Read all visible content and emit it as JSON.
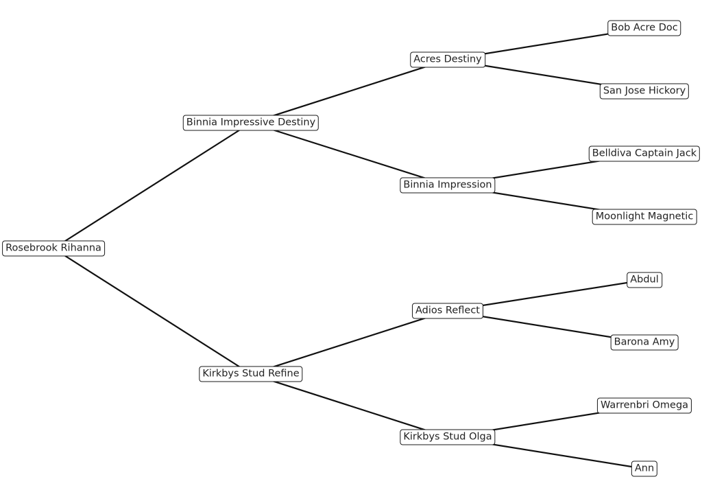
{
  "tree": {
    "root": "n0",
    "nodes": {
      "n0": {
        "label": "Rosebrook Rihanna"
      },
      "n1": {
        "label": "Binnia Impressive Destiny"
      },
      "n2": {
        "label": "Kirkbys Stud Refine"
      },
      "n3": {
        "label": "Acres Destiny"
      },
      "n4": {
        "label": "Binnia Impression"
      },
      "n5": {
        "label": "Adios Reflect"
      },
      "n6": {
        "label": "Kirkbys Stud Olga"
      },
      "n7": {
        "label": "Bob Acre Doc"
      },
      "n8": {
        "label": "San Jose Hickory"
      },
      "n9": {
        "label": "Belldiva Captain Jack"
      },
      "n10": {
        "label": "Moonlight Magnetic"
      },
      "n11": {
        "label": "Abdul"
      },
      "n12": {
        "label": "Barona Amy"
      },
      "n13": {
        "label": "Warrenbri Omega"
      },
      "n14": {
        "label": "Ann"
      }
    },
    "edges": [
      [
        "n0",
        "n1"
      ],
      [
        "n0",
        "n2"
      ],
      [
        "n1",
        "n3"
      ],
      [
        "n1",
        "n4"
      ],
      [
        "n2",
        "n5"
      ],
      [
        "n2",
        "n6"
      ],
      [
        "n3",
        "n7"
      ],
      [
        "n3",
        "n8"
      ],
      [
        "n4",
        "n9"
      ],
      [
        "n4",
        "n10"
      ],
      [
        "n5",
        "n11"
      ],
      [
        "n5",
        "n12"
      ],
      [
        "n6",
        "n13"
      ],
      [
        "n6",
        "n14"
      ]
    ]
  }
}
